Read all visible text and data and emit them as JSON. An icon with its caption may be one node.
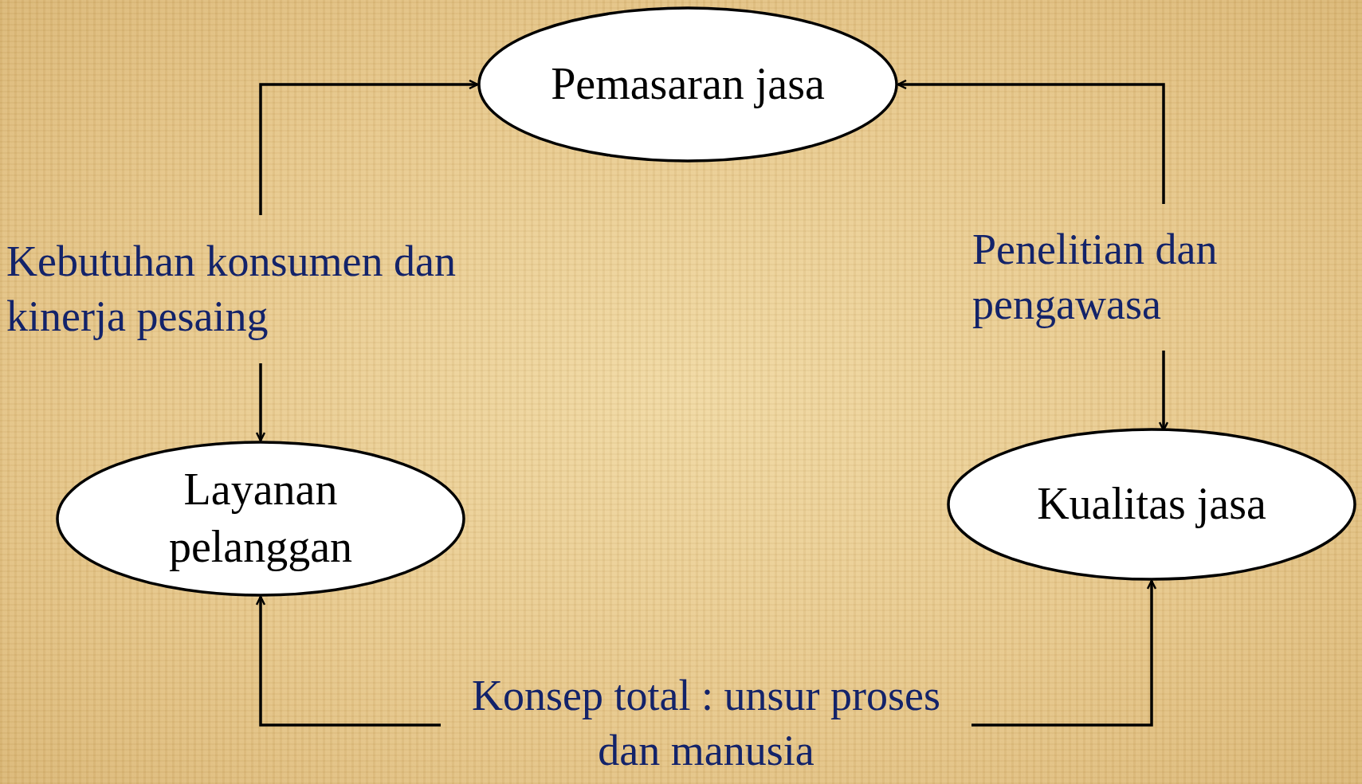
{
  "diagram": {
    "nodes": [
      {
        "text": [
          "Pemasaran jasa"
        ]
      },
      {
        "text": [
          "Kebutuhan konsumen dan kinerja pesaing"
        ]
      },
      {
        "text": [
          "Layanan pelanggan"
        ]
      },
      {
        "text": [
          "Penelitian dan pengawasa"
        ]
      },
      {
        "text": [
          "Kualitas jasa"
        ]
      },
      {
        "text": [
          "Konsep total : unsur proses  dan manusia"
        ]
      }
    ],
    "edges": [
      {
        "from": 1,
        "to": 0,
        "arrow": "to"
      },
      {
        "from": 1,
        "to": 2,
        "arrow": "to"
      },
      {
        "from": 3,
        "to": 0,
        "arrow": "to"
      },
      {
        "from": 3,
        "to": 4,
        "arrow": "to"
      },
      {
        "from": 5,
        "to": 2,
        "arrow": "to"
      },
      {
        "from": 5,
        "to": 4,
        "arrow": "to"
      }
    ]
  }
}
